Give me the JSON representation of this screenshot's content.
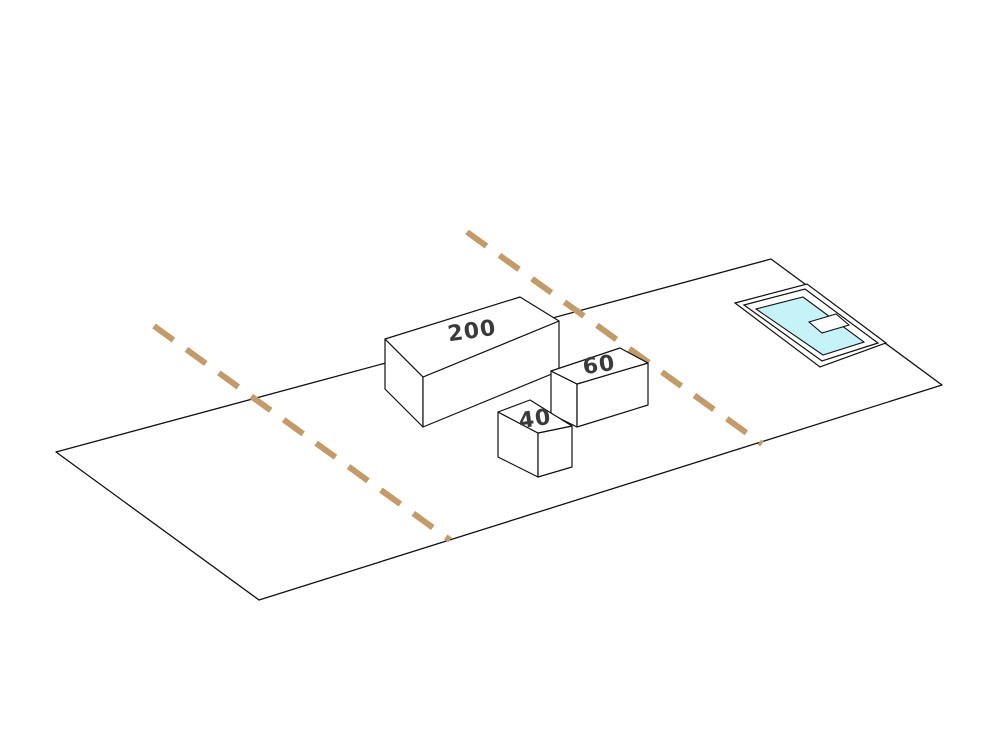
{
  "colors": {
    "background": "#ffffff",
    "outline": "#111111",
    "setback_line": "#c49a68",
    "pool_water": "#c5f3f8",
    "label_text": "#3a3a3a"
  },
  "buildings": [
    {
      "name": "large-block",
      "label": "200"
    },
    {
      "name": "medium-block",
      "label": "60"
    },
    {
      "name": "small-block",
      "label": "40"
    }
  ],
  "setback_lines": [
    {
      "name": "setback-line-left"
    },
    {
      "name": "setback-line-right"
    }
  ],
  "pool": {
    "name": "swimming-pool"
  }
}
